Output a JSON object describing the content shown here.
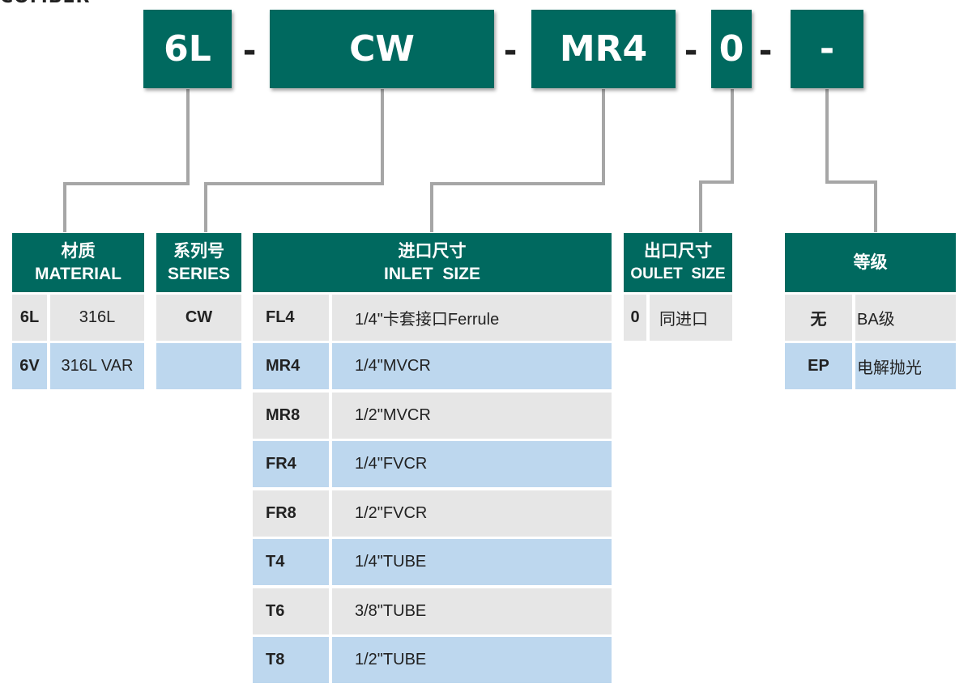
{
  "clipped_top_text": "COMBER",
  "code_segments": [
    "6L",
    "CW",
    "MR4",
    "0",
    "-"
  ],
  "separator": "-",
  "material": {
    "title_cn": "材质",
    "title_en": "MATERIAL",
    "rows": [
      {
        "code": "6L",
        "desc": "316L"
      },
      {
        "code": "6V",
        "desc": "316L VAR"
      }
    ]
  },
  "series": {
    "title_cn": "系列号",
    "title_en": "SERIES",
    "rows": [
      {
        "code": "CW"
      },
      {
        "code": ""
      }
    ]
  },
  "inlet": {
    "title_cn": "进口尺寸",
    "title_en": "INLET  SIZE",
    "rows": [
      {
        "code": "FL4",
        "desc": "1/4\"卡套接口Ferrule"
      },
      {
        "code": "MR4",
        "desc": "1/4\"MVCR"
      },
      {
        "code": "MR8",
        "desc": "1/2\"MVCR"
      },
      {
        "code": "FR4",
        "desc": "1/4\"FVCR"
      },
      {
        "code": "FR8",
        "desc": "1/2\"FVCR"
      },
      {
        "code": "T4",
        "desc": "1/4\"TUBE"
      },
      {
        "code": "T6",
        "desc": "3/8\"TUBE"
      },
      {
        "code": "T8",
        "desc": "1/2\"TUBE"
      }
    ]
  },
  "outlet": {
    "title_cn": "出口尺寸",
    "title_en": "OULET  SIZE",
    "rows": [
      {
        "code": "0",
        "desc": "同进口"
      }
    ]
  },
  "grade": {
    "title_cn": "等级",
    "rows": [
      {
        "code": "无",
        "desc": "BA级"
      },
      {
        "code": "EP",
        "desc": "电解抛光"
      }
    ]
  },
  "colors": {
    "teal": "#00695f",
    "row_grey": "#e6e6e6",
    "row_blue": "#bdd7ee",
    "connector": "#a6a6a6"
  }
}
